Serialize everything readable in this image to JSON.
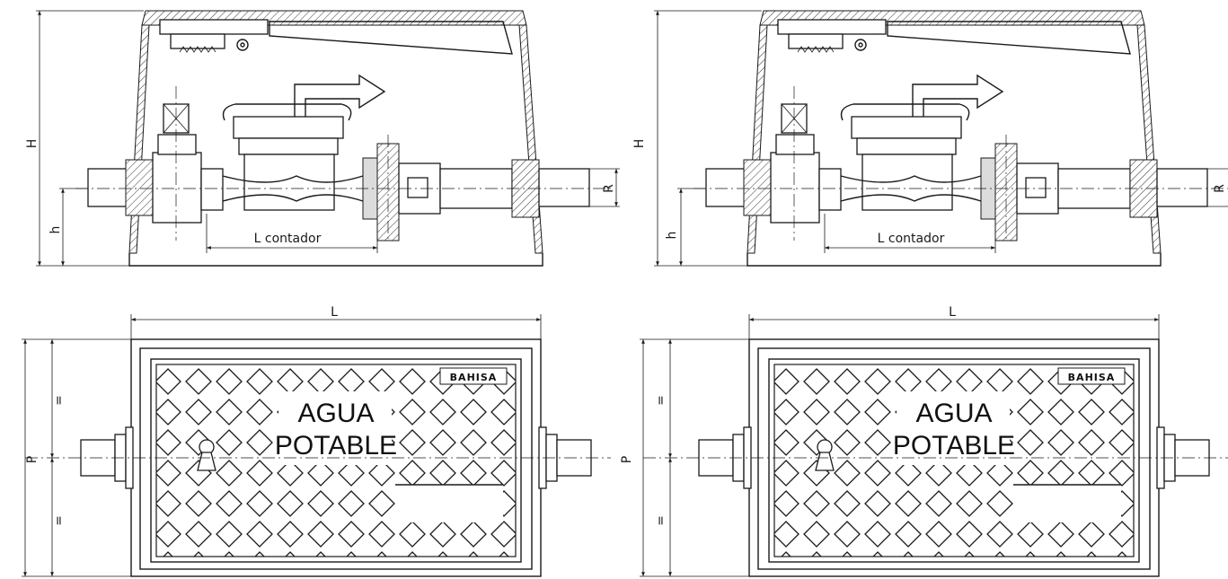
{
  "section_views": [
    {
      "dimensions": {
        "height_total": "H",
        "height_axis": "h",
        "connection": "R",
        "meter_length": "L contador"
      }
    },
    {
      "dimensions": {
        "height_total": "H",
        "height_axis": "h",
        "connection": "R",
        "meter_length": "L contador"
      }
    }
  ],
  "plan_views": [
    {
      "dimensions": {
        "length": "L",
        "depth": "P",
        "equal_top": "=",
        "equal_bottom": "="
      },
      "cover": {
        "line1": "AGUA",
        "line2": "POTABLE",
        "brand": "BAHISA"
      }
    },
    {
      "dimensions": {
        "length": "L",
        "depth": "P",
        "equal_top": "=",
        "equal_bottom": "="
      },
      "cover": {
        "line1": "AGUA",
        "line2": "POTABLE",
        "brand": "BAHISA"
      }
    }
  ],
  "colors": {
    "line": "#1a1a1a",
    "fill": "#ffffff",
    "hatch_fill": "#dcdcdc"
  }
}
